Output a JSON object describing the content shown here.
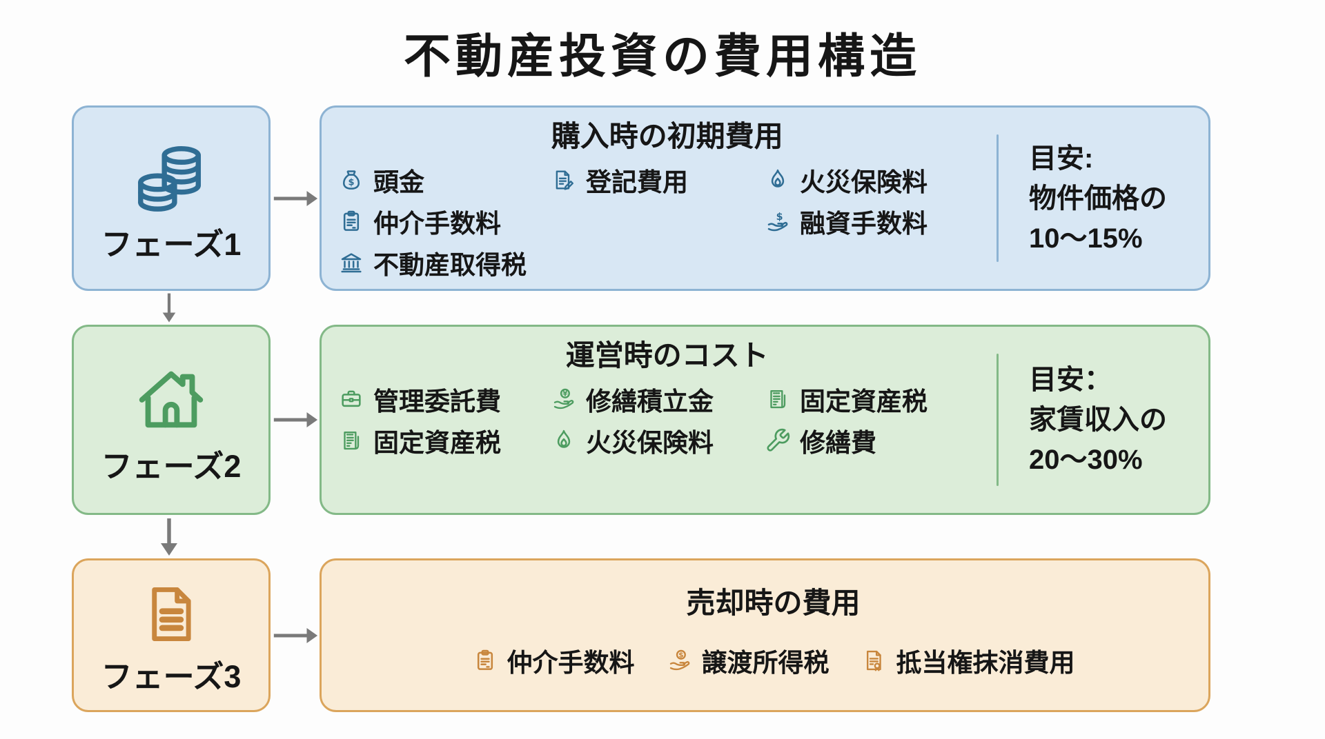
{
  "title": "不動産投資の費用構造",
  "colors": {
    "background": "#fdfdfd",
    "text": "#161616",
    "arrow": "#7a7a7a",
    "phase1": {
      "fill": "#d8e7f4",
      "border": "#8db3d3",
      "accent": "#2f6d94"
    },
    "phase2": {
      "fill": "#dcedd9",
      "border": "#83b987",
      "accent": "#4d9c60"
    },
    "phase3": {
      "fill": "#faecd7",
      "border": "#dba55c",
      "accent": "#c8863d"
    }
  },
  "phases": [
    {
      "label": "フェーズ1",
      "icon": "coins",
      "theme": "phase1",
      "box": {
        "name": "purchase-costs-box",
        "title": "購入時の初期費用",
        "layout": "grid",
        "items": [
          {
            "label": "頭金",
            "icon": "money-bag",
            "col": 1,
            "row": 1
          },
          {
            "label": "登記費用",
            "icon": "document-pen",
            "col": 2,
            "row": 1
          },
          {
            "label": "火災保険料",
            "icon": "flame",
            "col": 3,
            "row": 1
          },
          {
            "label": "仲介手数料",
            "icon": "clipboard",
            "col": 1,
            "row": 2
          },
          {
            "label": "融資手数料",
            "icon": "hand-dollar",
            "col": 3,
            "row": 2
          },
          {
            "label": "不動産取得税",
            "icon": "bank",
            "col": 1,
            "row": 3
          }
        ],
        "guideline": [
          "目安:",
          "物件価格の",
          "10〜15%"
        ]
      }
    },
    {
      "label": "フェーズ2",
      "icon": "house",
      "theme": "phase2",
      "box": {
        "name": "operating-costs-box",
        "title": "運営時のコスト",
        "layout": "grid",
        "items": [
          {
            "label": "管理委託費",
            "icon": "briefcase",
            "col": 1,
            "row": 1
          },
          {
            "label": "修繕積立金",
            "icon": "hand-coin",
            "col": 2,
            "row": 1
          },
          {
            "label": "固定資産税",
            "icon": "receipt",
            "col": 3,
            "row": 1
          },
          {
            "label": "固定資産税",
            "icon": "receipt",
            "col": 1,
            "row": 2
          },
          {
            "label": "火災保険料",
            "icon": "flame",
            "col": 2,
            "row": 2
          },
          {
            "label": "修繕費",
            "icon": "wrench",
            "col": 3,
            "row": 2
          }
        ],
        "guideline": [
          "目安：",
          "家賃収入の",
          "20〜30%"
        ]
      }
    },
    {
      "label": "フェーズ3",
      "icon": "document",
      "theme": "phase3",
      "box": {
        "name": "sale-costs-box",
        "title": "売却時の費用",
        "layout": "row",
        "items": [
          {
            "label": "仲介手数料",
            "icon": "clipboard"
          },
          {
            "label": "譲渡所得税",
            "icon": "hand-coin-dollar"
          },
          {
            "label": "抵当権抹消費用",
            "icon": "certificate"
          }
        ],
        "guideline": null
      }
    }
  ]
}
